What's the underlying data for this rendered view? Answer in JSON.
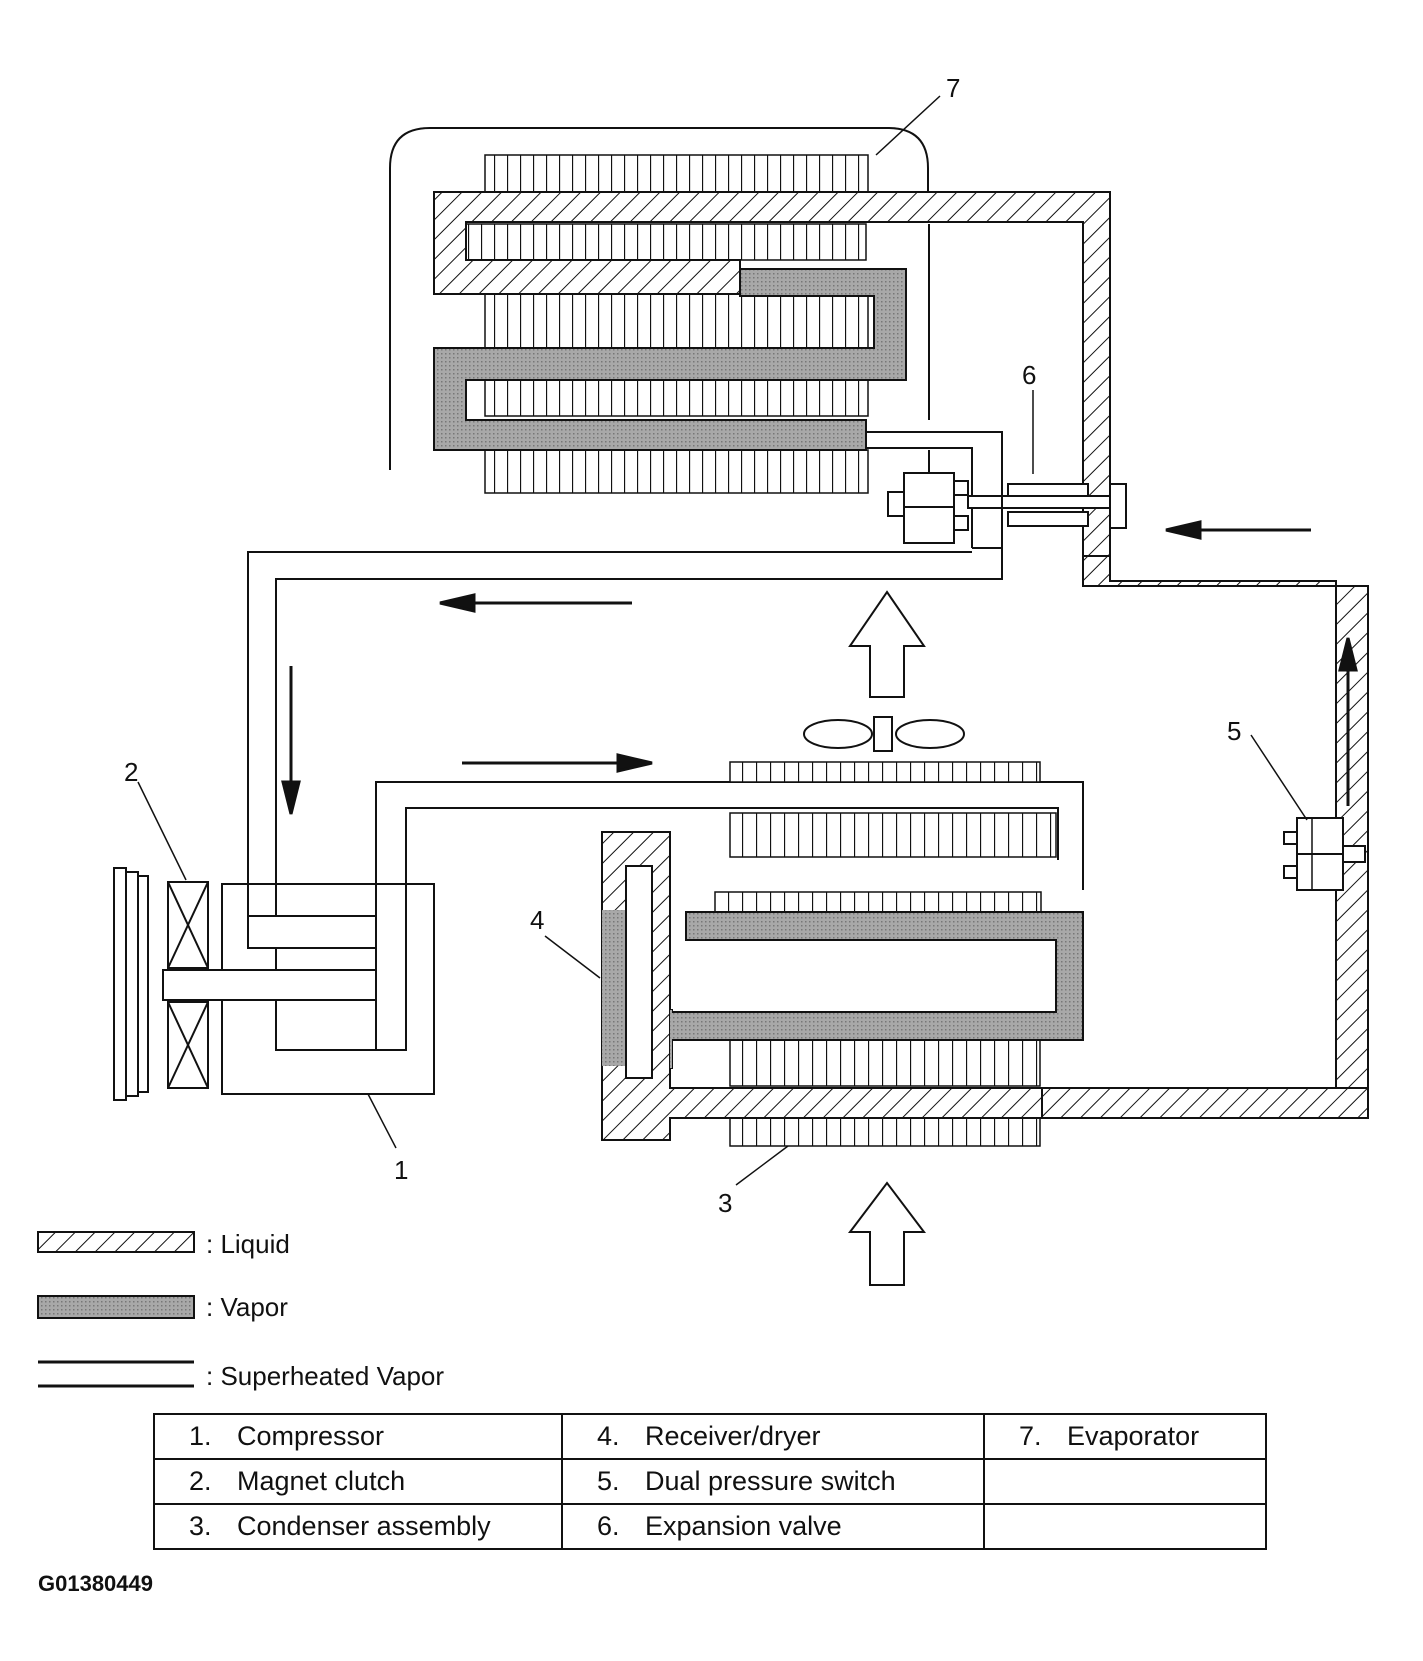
{
  "callouts": {
    "n1": "1",
    "n2": "2",
    "n3": "3",
    "n4": "4",
    "n5": "5",
    "n6": "6",
    "n7": "7"
  },
  "legend": {
    "liquid": ": Liquid",
    "vapor": ": Vapor",
    "superheated": ": Superheated Vapor"
  },
  "parts_table": {
    "rows": [
      [
        {
          "num": "1.",
          "label": "Compressor"
        },
        {
          "num": "4.",
          "label": "Receiver/dryer"
        },
        {
          "num": "7.",
          "label": "Evaporator"
        }
      ],
      [
        {
          "num": "2.",
          "label": "Magnet clutch"
        },
        {
          "num": "5.",
          "label": "Dual pressure switch"
        },
        {
          "num": "",
          "label": ""
        }
      ],
      [
        {
          "num": "3.",
          "label": "Condenser assembly"
        },
        {
          "num": "6.",
          "label": "Expansion valve"
        },
        {
          "num": "",
          "label": ""
        }
      ]
    ]
  },
  "figure_id": "G01380449",
  "colors": {
    "line": "#111111",
    "vapor_fill": "#9a9a9a",
    "background": "#ffffff"
  }
}
